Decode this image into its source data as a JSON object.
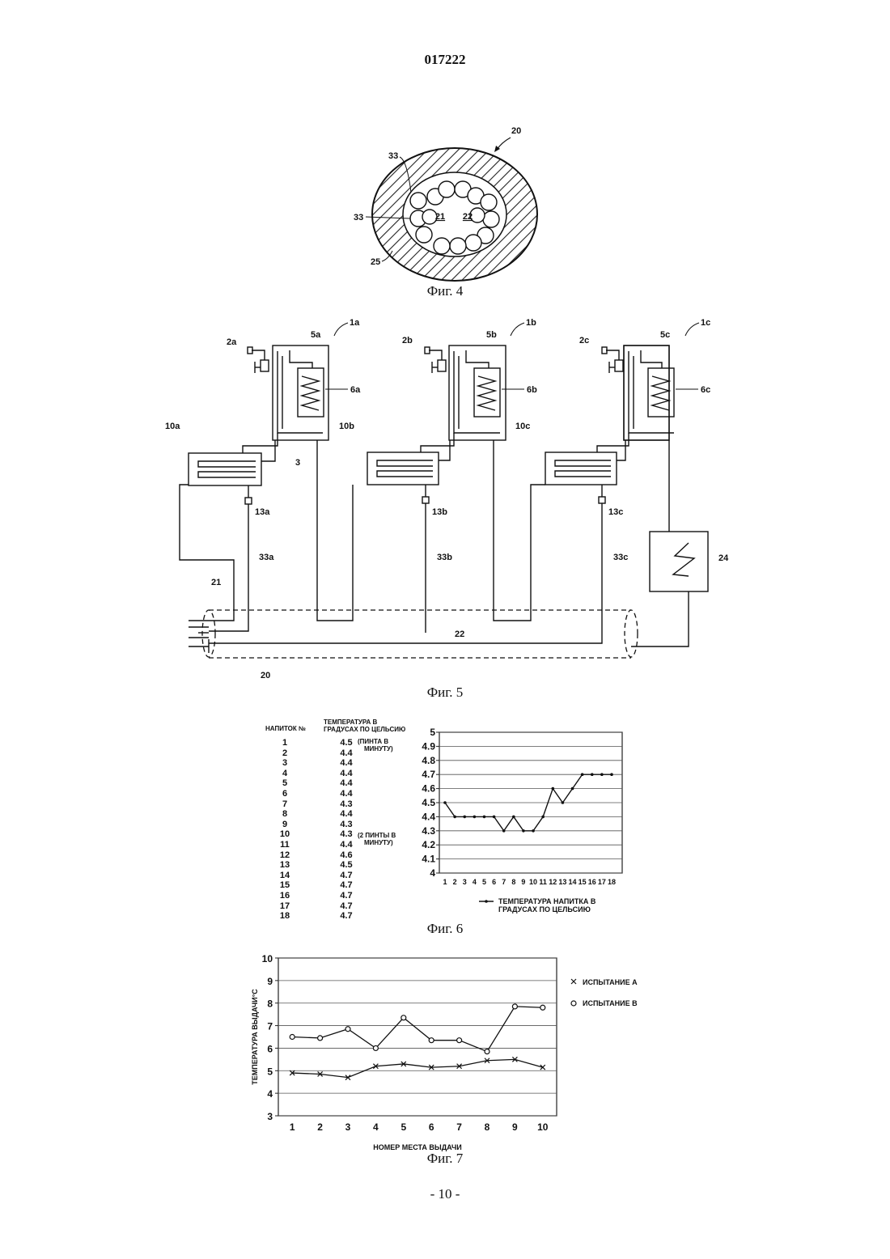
{
  "page": {
    "doc_number": "017222",
    "page_number": "- 10 -"
  },
  "fig4": {
    "caption": "Фиг. 4",
    "labels": {
      "l20": "20",
      "l33a": "33",
      "l33b": "33",
      "l21": "21",
      "l22": "22",
      "l25": "25"
    }
  },
  "fig5": {
    "caption": "Фиг. 5",
    "labels": {
      "l1a": "1a",
      "l1b": "1b",
      "l1c": "1c",
      "l2a": "2a",
      "l2b": "2b",
      "l2c": "2c",
      "l5a": "5a",
      "l5b": "5b",
      "l5c": "5c",
      "l6a": "6a",
      "l6b": "6b",
      "l6c": "6c",
      "l10a": "10a",
      "l10b": "10b",
      "l10c": "10c",
      "l3": "3",
      "l13a": "13a",
      "l13b": "13b",
      "l13c": "13c",
      "l33a": "33a",
      "l33b": "33b",
      "l33c": "33c",
      "l21": "21",
      "l22": "22",
      "l24": "24",
      "l20": "20"
    }
  },
  "fig6": {
    "caption": "Фиг. 6",
    "table": {
      "header_no": "НАПИТОК №",
      "header_temp_1": "ТЕМПЕРАТУРА В",
      "header_temp_2": "ГРАДУСАХ ПО ЦЕЛЬСИЮ",
      "note1_1": "(ПИНТА В",
      "note1_2": "МИНУТУ)",
      "note2_1": "(2 ПИНТЫ В",
      "note2_2": "МИНУТУ)",
      "rows": [
        {
          "n": "1",
          "t": "4.5"
        },
        {
          "n": "2",
          "t": "4.4"
        },
        {
          "n": "3",
          "t": "4.4"
        },
        {
          "n": "4",
          "t": "4.4"
        },
        {
          "n": "5",
          "t": "4.4"
        },
        {
          "n": "6",
          "t": "4.4"
        },
        {
          "n": "7",
          "t": "4.3"
        },
        {
          "n": "8",
          "t": "4.4"
        },
        {
          "n": "9",
          "t": "4.3"
        },
        {
          "n": "10",
          "t": "4.3"
        },
        {
          "n": "11",
          "t": "4.4"
        },
        {
          "n": "12",
          "t": "4.6"
        },
        {
          "n": "13",
          "t": "4.5"
        },
        {
          "n": "14",
          "t": "4.7"
        },
        {
          "n": "15",
          "t": "4.7"
        },
        {
          "n": "16",
          "t": "4.7"
        },
        {
          "n": "17",
          "t": "4.7"
        },
        {
          "n": "18",
          "t": "4.7"
        }
      ]
    }
  },
  "fig7": {
    "caption": "Фиг. 7"
  },
  "chart_data": [
    {
      "type": "line",
      "x": [
        1,
        2,
        3,
        4,
        5,
        6,
        7,
        8,
        9,
        10,
        11,
        12,
        13,
        14,
        15,
        16,
        17,
        18
      ],
      "series": [
        {
          "name": "ТЕМПЕРАТУРА НАПИТКА В ГРАДУСАХ ПО ЦЕЛЬСИЮ",
          "values": [
            4.5,
            4.4,
            4.4,
            4.4,
            4.4,
            4.4,
            4.3,
            4.4,
            4.3,
            4.3,
            4.4,
            4.6,
            4.5,
            4.6,
            4.7,
            4.7,
            4.7,
            4.7
          ]
        }
      ],
      "legend_line1": "ТЕМПЕРАТУРА НАПИТКА В",
      "legend_line2": "ГРАДУСАХ ПО ЦЕЛЬСИЮ",
      "ylim": [
        4,
        5
      ],
      "yticks": [
        "4",
        "4.1",
        "4.2",
        "4.3",
        "4.4",
        "4.5",
        "4.6",
        "4.7",
        "4.8",
        "4.9",
        "5"
      ],
      "grid": true,
      "legend_position": "bottom"
    },
    {
      "type": "line",
      "x": [
        1,
        2,
        3,
        4,
        5,
        6,
        7,
        8,
        9,
        10
      ],
      "series": [
        {
          "name": "ИСПЫТАНИЕ A",
          "marker": "x",
          "values": [
            4.9,
            4.85,
            4.7,
            5.2,
            5.3,
            5.15,
            5.2,
            5.45,
            5.5,
            5.15
          ]
        },
        {
          "name": "ИСПЫТАНИЕ B",
          "marker": "o",
          "values": [
            6.5,
            6.45,
            6.85,
            6.0,
            7.35,
            6.35,
            6.35,
            5.85,
            7.85,
            7.8
          ]
        }
      ],
      "xlabel": "НОМЕР МЕСТА ВЫДАЧИ",
      "ylabel": "ТЕМПЕРАТУРА ВЫДАЧИ°С",
      "ylim": [
        3,
        10
      ],
      "yticks": [
        "3",
        "4",
        "5",
        "6",
        "7",
        "8",
        "9",
        "10"
      ],
      "grid": true,
      "legend_position": "right"
    }
  ]
}
